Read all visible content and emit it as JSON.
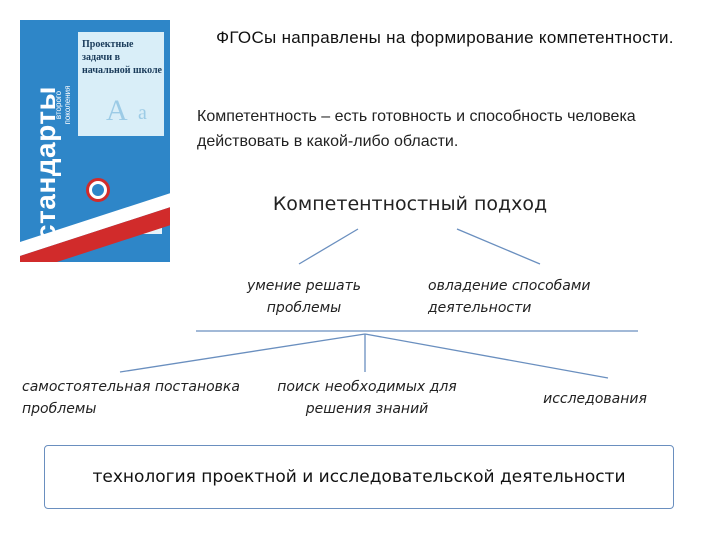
{
  "cover": {
    "main_vertical": "стандарты",
    "sub_vertical_1": "второго",
    "sub_vertical_2": "поколения",
    "panel_title": "Проектные задачи в начальной школе",
    "letter_a": "А",
    "letter_a2": "а",
    "colors": {
      "blue": "#2e86c8",
      "red": "#d12b2b",
      "panel": "#d9eef8"
    }
  },
  "title": "ФГОСы направлены на формирование компетентности.",
  "definition": "Компетентность – есть готовность и способность человека действовать в какой-либо области.",
  "approach": "Компетентностный подход",
  "skills": [
    "умение решать проблемы",
    "овладение способами деятельности"
  ],
  "leaves": [
    "самостоятельная постановка проблемы",
    "поиск необходимых для решения знаний",
    "исследования"
  ],
  "technology": "технология проектной и исследовательской деятельности",
  "colors": {
    "line": "#6a8fbf",
    "box_border": "#6a8fbf"
  }
}
